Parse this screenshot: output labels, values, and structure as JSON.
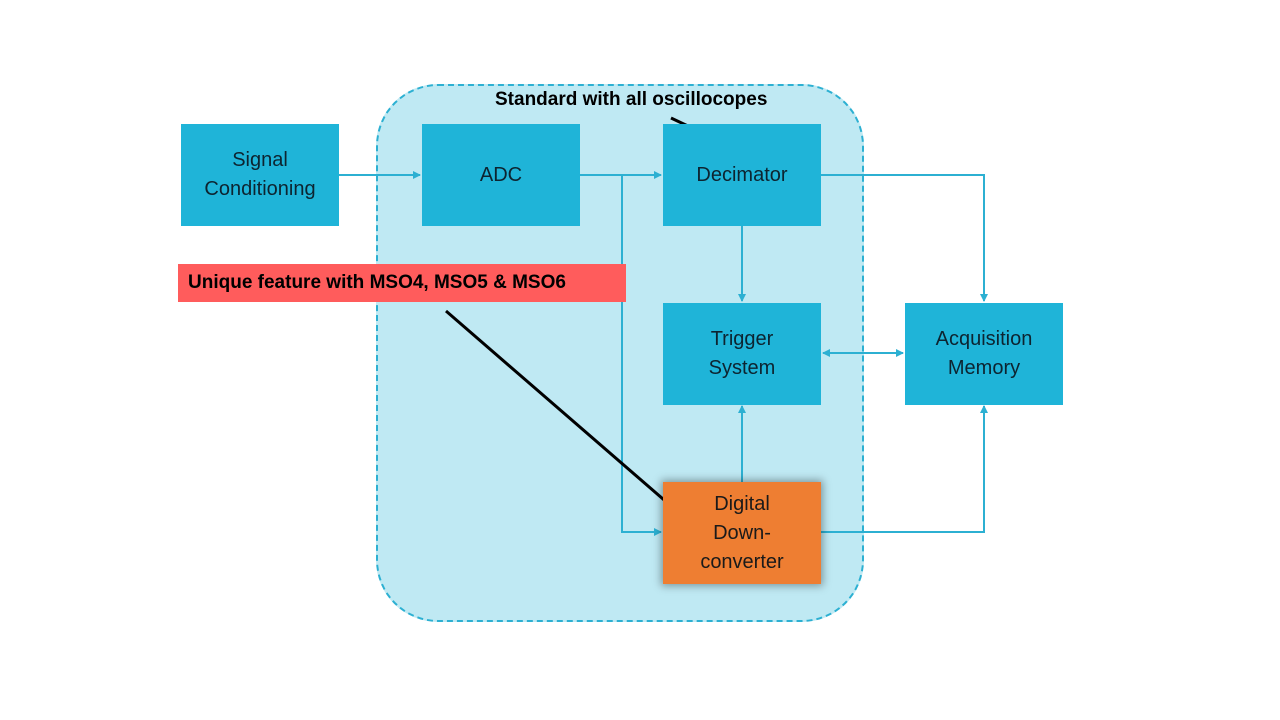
{
  "diagram": {
    "region_label": "Standard with all oscillocopes",
    "callout": "Unique feature with MSO4, MSO5 & MSO6",
    "blocks": {
      "signal_conditioning": "Signal\nConditioning",
      "adc": "ADC",
      "decimator": "Decimator",
      "trigger_system": "Trigger\nSystem",
      "acquisition_memory": "Acquisition\nMemory",
      "digital_downconverter": "Digital\nDown-\nconverter"
    },
    "colors": {
      "block": "#1fb4d8",
      "highlight_block": "#ee7e32",
      "region_fill": "#bfe9f3",
      "connector": "#2cb0d2",
      "callout_fill": "#ff5c5c"
    }
  }
}
